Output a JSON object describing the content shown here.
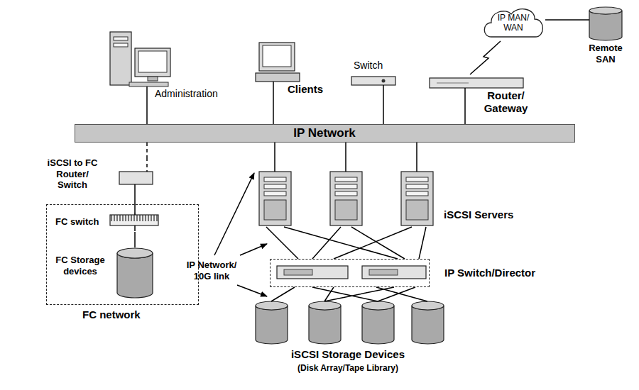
{
  "diagram": {
    "nodes": [
      {
        "text": [
          "Administration"
        ]
      },
      {
        "text": [
          "Clients"
        ]
      },
      {
        "text": [
          "Switch"
        ]
      },
      {
        "text": [
          "Router/ Gateway"
        ]
      },
      {
        "text": [
          "IP MAN/ WAN"
        ]
      },
      {
        "text": [
          "Remote SAN"
        ]
      },
      {
        "text": [
          "IP Network"
        ]
      },
      {
        "text": [
          "iSCSI to FC Router/ Switch"
        ]
      },
      {
        "text": [
          "FC network"
        ]
      },
      {
        "text": [
          "FC switch"
        ],
        "in": 8
      },
      {
        "text": [
          "FC Storage devices"
        ],
        "in": 8
      },
      {
        "text": [
          "iSCSI Servers"
        ]
      },
      {
        "text": [
          "IP Switch/Director"
        ]
      },
      {
        "text": [
          "iSCSI Storage Devices",
          "(Disk Array/Tape Library)"
        ]
      }
    ],
    "edges": [
      {
        "from": 0,
        "to": 6,
        "arrow": "none"
      },
      {
        "from": 1,
        "to": 6,
        "arrow": "none"
      },
      {
        "from": 2,
        "to": 6,
        "arrow": "none"
      },
      {
        "from": 3,
        "to": 6,
        "arrow": "none"
      },
      {
        "from": 3,
        "to": 4,
        "arrow": "none"
      },
      {
        "from": 4,
        "to": 5,
        "arrow": "none"
      },
      {
        "from": 6,
        "to": 7,
        "arrow": "none"
      },
      {
        "from": 7,
        "to": 9,
        "arrow": "none"
      },
      {
        "from": 9,
        "to": 10,
        "arrow": "none"
      },
      {
        "from": 6,
        "to": 11,
        "arrow": "none"
      },
      {
        "from": 11,
        "to": 12,
        "arrow": "none"
      },
      {
        "from": 12,
        "to": 13,
        "arrow": "none"
      }
    ],
    "labels": [
      "IP Network/ 10G link"
    ]
  }
}
